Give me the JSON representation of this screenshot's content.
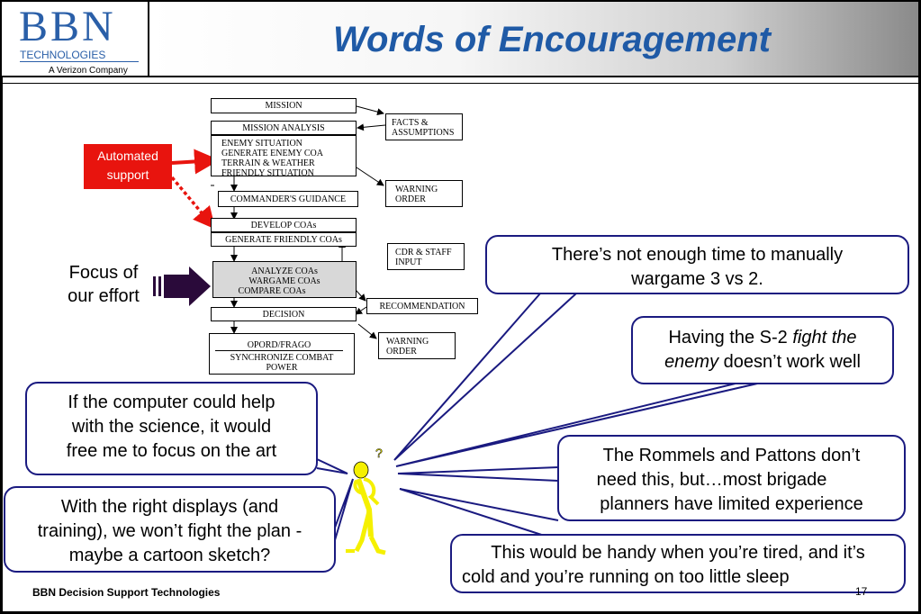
{
  "header": {
    "logo_mark": "BBN",
    "logo_sub": "TECHNOLOGIES",
    "logo_tag": "A Verizon Company",
    "title": "Words of Encouragement"
  },
  "flowchart": {
    "mission": "MISSION",
    "mission_analysis": "MISSION ANALYSIS",
    "facts": [
      "FACTS &",
      "ASSUMPTIONS"
    ],
    "analysis_items": [
      "ENEMY SITUATION",
      "GENERATE ENEMY COA",
      "TERRAIN & WEATHER",
      "FRIENDLY SITUATION"
    ],
    "warning_order_1": [
      "WARNING",
      "ORDER"
    ],
    "commanders_guidance": "COMMANDER'S GUIDANCE",
    "develop_coas": "DEVELOP COAs",
    "generate_friendly": "GENERATE FRIENDLY COAs",
    "cdr_staff": [
      "CDR & STAFF",
      "INPUT"
    ],
    "analyze_coas": "ANALYZE COAs",
    "wargame_coas": "WARGAME COAs",
    "compare_coas": "COMPARE COAs",
    "recommendation": "RECOMMENDATION",
    "decision": "DECISION",
    "warning_order_2": [
      "WARNING",
      "ORDER"
    ],
    "opord": "OPORD/FRAGO",
    "synchronize": [
      "SYNCHRONIZE COMBAT",
      "POWER"
    ]
  },
  "side_labels": {
    "automated_support": [
      "Automated",
      "support"
    ],
    "focus": [
      "Focus of",
      "our effort"
    ]
  },
  "bubbles": {
    "not_enough_time": [
      "There’s not enough time to manually",
      "wargame 3 vs 2."
    ],
    "s2_pre": "Having the S-2 ",
    "s2_em1": "fight the",
    "s2_em2": "enemy",
    "s2_post": " doesn’t work well",
    "computer_science": [
      "If the computer could help",
      "with the science, it would",
      "free me to focus on the art"
    ],
    "rommels": [
      "The Rommels and Pattons don’t",
      "need this, but…most brigade",
      "planners have limited experience"
    ],
    "right_displays": [
      "With the right displays (and",
      "training), we won’t fight the plan -",
      "maybe a cartoon sketch?"
    ],
    "handy": [
      "This would be handy when you’re tired, and it’s",
      "cold and you’re running on too little sleep"
    ]
  },
  "footer": {
    "org": "BBN Decision Support Technologies",
    "page": "17"
  },
  "colors": {
    "title_blue": "#1f5aa6",
    "bubble_border": "#1a1a80",
    "auto_red": "#e8140e",
    "figure_yellow": "#f5f000",
    "focus_arrow": "#2a0a3a"
  }
}
